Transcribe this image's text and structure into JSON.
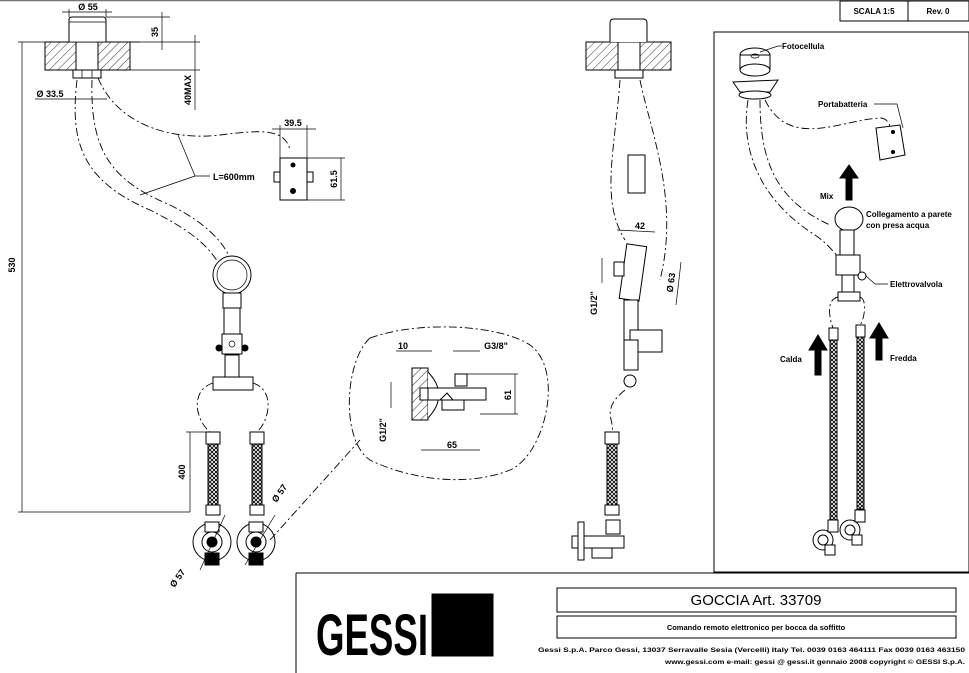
{
  "title_block": {
    "scale": "SCALA 1:5",
    "revision": "Rev. 0",
    "brand": "GESSI",
    "product_title": "GOCCIA  Art. 33709",
    "description": "Comando remoto elettronico per bocca da soffitto",
    "company_line1": "Gessi S.p.A. Parco Gessi, 13037 Serravalle Sesia (Vercelli) Italy Tel. 0039  0163 464111 Fax 0039 0163 463150",
    "company_line2": "www.gessi.com e-mail: gessi @ gessi.it gennaio 2008 copyright © GESSI S.p.A."
  },
  "front_view": {
    "dimensions": {
      "sensor_diameter": "Ø 55",
      "sensor_height": "35",
      "ceiling_thickness": "40MAX",
      "pipe_diameter": "Ø 33.5",
      "cable_length": "L=600mm",
      "battery_width": "39.5",
      "battery_height": "61.5",
      "total_height": "530",
      "hose_length": "400",
      "valve_diameter_left": "Ø 57",
      "valve_diameter_right": "Ø 57"
    }
  },
  "detail_view": {
    "dimensions": {
      "wall_flange": "10",
      "outlet_thread": "G3/8\"",
      "height": "61",
      "inlet_thread": "G1/2\"",
      "depth": "65"
    }
  },
  "side_view": {
    "dimensions": {
      "depth": "42",
      "thread": "G1/2\"",
      "diameter": "Ø 63"
    }
  },
  "isometric_view": {
    "labels": {
      "photocell": "Fotocellula",
      "battery_holder": "Portabatteria",
      "mix": "Mix",
      "wall_connection": "Collegamento a parete",
      "wall_connection_2": "con presa acqua",
      "solenoid_valve": "Elettrovalvola",
      "hot": "Calda",
      "cold": "Fredda"
    }
  }
}
